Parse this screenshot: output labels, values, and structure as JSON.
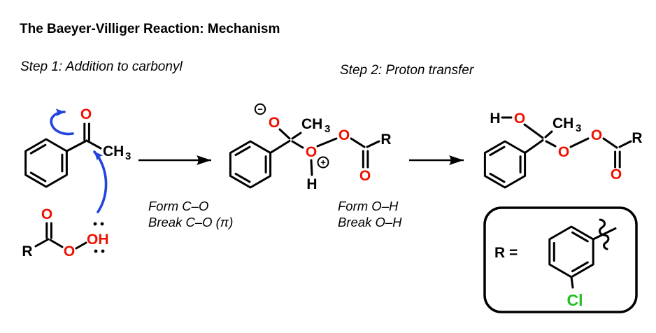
{
  "title": "The Baeyer-Villiger Reaction: Mechanism",
  "step1": {
    "label": "Step 1: Addition to carbonyl",
    "form": "Form C–O",
    "break": "Break C–O (π)"
  },
  "step2": {
    "label": "Step 2: Proton transfer",
    "form": "Form O–H",
    "break": "Break O–H"
  },
  "atoms": {
    "o": "O",
    "oh": "OH",
    "h": "H",
    "r": "R",
    "cl": "Cl",
    "ch": "CH",
    "sub3": "3",
    "minus": "−",
    "plus": "+"
  },
  "legend": {
    "r_equals": "R ="
  },
  "colors": {
    "oxygen_red": "#ee1100",
    "chlorine_green": "#22c022",
    "arrow_blue": "#2244dd",
    "bond_black": "#000000"
  }
}
